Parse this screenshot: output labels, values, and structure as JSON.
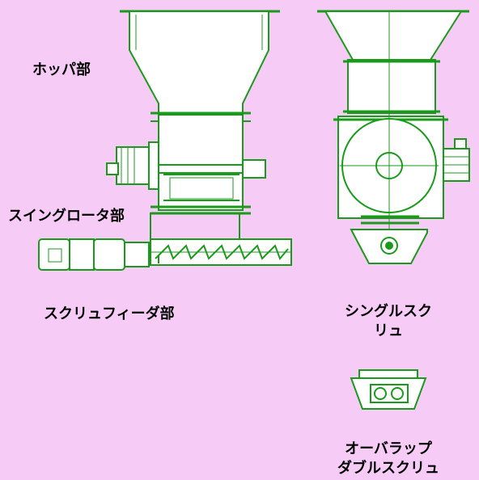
{
  "labels": {
    "hopper": "ホッパ部",
    "swing_rotor": "スイングロータ部",
    "screw_feeder": "スクリュフィーダ部",
    "single_screw_line1": "シングルスク",
    "single_screw_line2": "リュ",
    "overlap_line1": "オーバラップ",
    "overlap_line2": "ダブルスクリュ"
  },
  "colors": {
    "background": "#f6ccf6",
    "line": "#1a9a1a",
    "fill": "#ffffff"
  }
}
